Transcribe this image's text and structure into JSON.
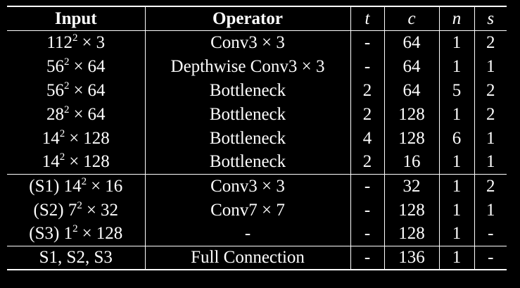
{
  "headers": {
    "input": "Input",
    "operator": "Operator",
    "t": "t",
    "c": "c",
    "n": "n",
    "s": "s"
  },
  "rows": [
    {
      "input_prefix": "",
      "input_base": "112",
      "input_exp": "2",
      "input_mult": "3",
      "operator": "Conv3 × 3",
      "t": "-",
      "c": "64",
      "n": "1",
      "s": "2"
    },
    {
      "input_prefix": "",
      "input_base": "56",
      "input_exp": "2",
      "input_mult": "64",
      "operator": "Depthwise Conv3 × 3",
      "t": "-",
      "c": "64",
      "n": "1",
      "s": "1"
    },
    {
      "input_prefix": "",
      "input_base": "56",
      "input_exp": "2",
      "input_mult": "64",
      "operator": "Bottleneck",
      "t": "2",
      "c": "64",
      "n": "5",
      "s": "2"
    },
    {
      "input_prefix": "",
      "input_base": "28",
      "input_exp": "2",
      "input_mult": "64",
      "operator": "Bottleneck",
      "t": "2",
      "c": "128",
      "n": "1",
      "s": "2"
    },
    {
      "input_prefix": "",
      "input_base": "14",
      "input_exp": "2",
      "input_mult": "128",
      "operator": "Bottleneck",
      "t": "4",
      "c": "128",
      "n": "6",
      "s": "1"
    },
    {
      "input_prefix": "",
      "input_base": "14",
      "input_exp": "2",
      "input_mult": "128",
      "operator": "Bottleneck",
      "t": "2",
      "c": "16",
      "n": "1",
      "s": "1"
    },
    {
      "input_prefix": "(S1) ",
      "input_base": "14",
      "input_exp": "2",
      "input_mult": "16",
      "operator": "Conv3 × 3",
      "t": "-",
      "c": "32",
      "n": "1",
      "s": "2"
    },
    {
      "input_prefix": "(S2) ",
      "input_base": "7",
      "input_exp": "2",
      "input_mult": "32",
      "operator": "Conv7 × 7",
      "t": "-",
      "c": "128",
      "n": "1",
      "s": "1"
    },
    {
      "input_prefix": "(S3) ",
      "input_base": "1",
      "input_exp": "2",
      "input_mult": "128",
      "operator": "-",
      "t": "-",
      "c": "128",
      "n": "1",
      "s": "-"
    }
  ],
  "final_row": {
    "input": "S1, S2, S3",
    "operator": "Full Connection",
    "t": "-",
    "c": "136",
    "n": "1",
    "s": "-"
  },
  "times_symbol": "×"
}
